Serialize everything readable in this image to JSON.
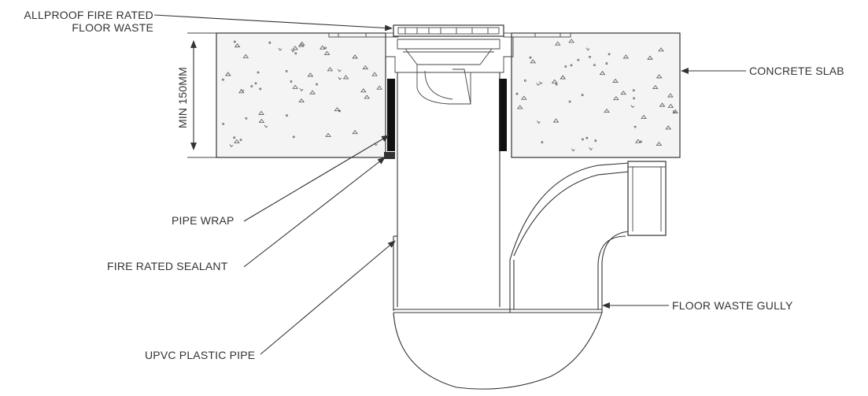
{
  "labels": {
    "floor_waste_line1": "ALLPROOF FIRE RATED",
    "floor_waste_line2": "FLOOR WASTE",
    "concrete_slab": "CONCRETE SLAB",
    "min_depth": "MIN 150MM",
    "pipe_wrap": "PIPE WRAP",
    "fire_rated_sealant": "FIRE RATED SEALANT",
    "floor_waste_gully": "FLOOR WASTE GULLY",
    "upvc_plastic_pipe": "UPVC PLASTIC PIPE"
  },
  "colors": {
    "line": "#333333",
    "wrap": "#111111",
    "concrete": "#f4f4f4",
    "background": "#ffffff"
  }
}
